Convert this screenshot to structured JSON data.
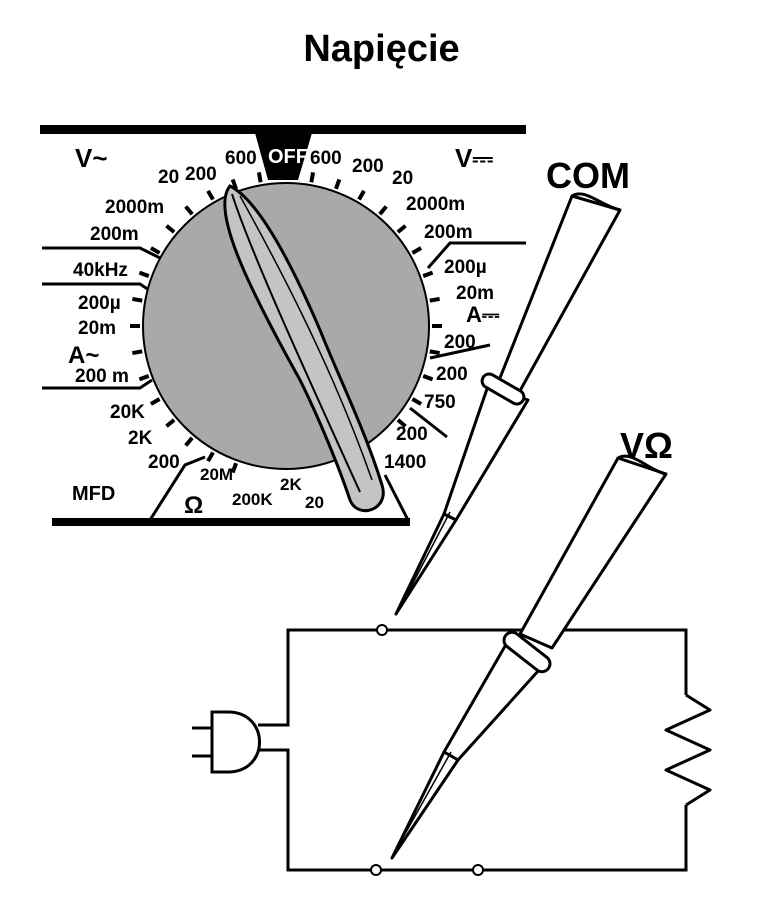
{
  "title": "Napięcie",
  "dial": {
    "off": "OFF",
    "vac_symbol": "V~",
    "vdc_symbol": "V⎓",
    "left_labels": {
      "v20": "20",
      "v200": "200",
      "v600": "600",
      "v2000m": "2000m",
      "v200m": "200m",
      "f40khz": "40kHz",
      "a200u": "200µ",
      "a20m": "20m",
      "a_ac": "A~",
      "a200m": "200 m",
      "r20k": "20K",
      "r2k": "2K",
      "c200": "200",
      "mfd": "MFD"
    },
    "right_labels": {
      "v600": "600",
      "v200": "200",
      "v20": "20",
      "v2000m": "2000m",
      "v200m": "200m",
      "a200u": "200µ",
      "a20m": "20m",
      "a_dc": "A⎓",
      "a200a": "200",
      "a200b": "200",
      "v750": "750",
      "v200c": "200",
      "v1400": "1400"
    },
    "bottom_labels": {
      "r20m": "20M",
      "ohm": "Ω",
      "r200k": "200K",
      "r2k": "2K",
      "r20": "20"
    }
  },
  "probes": {
    "com": "COM",
    "vohm": "VΩ"
  },
  "colors": {
    "dial_fill": "#a9a9a9",
    "knob_fill": "#c4c4c4",
    "line": "#000000",
    "probe_fill": "#ffffff"
  }
}
